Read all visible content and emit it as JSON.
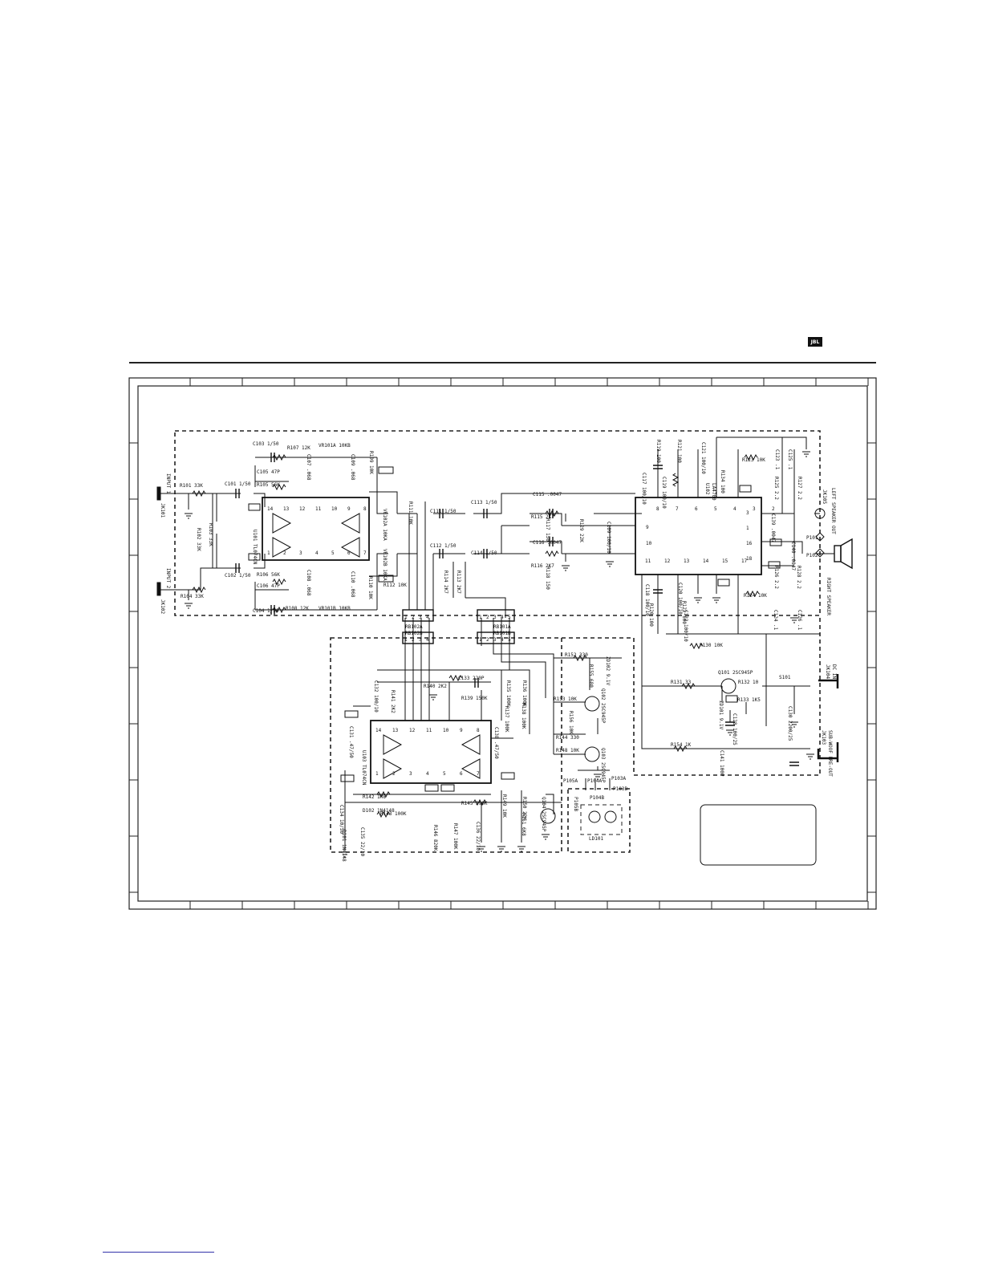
{
  "header": {
    "logo_text": "JBL"
  },
  "inputs": [
    {
      "ref": "JK101",
      "label": "INPUT 1"
    },
    {
      "ref": "JK102",
      "label": "INPUT 2"
    }
  ],
  "outputs": [
    {
      "ref": "JK105",
      "label": "LEFT SPEAKER OUT"
    },
    {
      "ref": "P101/P102",
      "label": "RIGHT SPEAKER"
    },
    {
      "ref": "JK104",
      "label": "DC IN"
    },
    {
      "ref": "JK103",
      "label": "SUB-WOOF PRE-OUT"
    }
  ],
  "ics": [
    {
      "ref": "U101",
      "part": "TL074CN",
      "pins_top": [
        "14",
        "13",
        "12",
        "11",
        "10",
        "9",
        "8"
      ],
      "pins_bottom": [
        "1",
        "2",
        "3",
        "4",
        "5",
        "6",
        "7"
      ]
    },
    {
      "ref": "U102",
      "part": "LA4700",
      "pins_top": [
        "8",
        "7",
        "6",
        "5",
        "4",
        "3",
        "2"
      ],
      "pins_left": [
        "9",
        "10"
      ],
      "pins_right": [
        "3",
        "1",
        "16",
        "18"
      ],
      "pins_bottom": [
        "11",
        "12",
        "13",
        "14",
        "15",
        "17"
      ]
    },
    {
      "ref": "U103",
      "part": "TL074CN",
      "pins_top": [
        "14",
        "13",
        "12",
        "11",
        "10",
        "9",
        "8"
      ],
      "pins_bottom": [
        "1",
        "2",
        "3",
        "4",
        "5",
        "6",
        "7"
      ]
    }
  ],
  "connectors": [
    {
      "ref": "RB102A",
      "pins": [
        "1",
        "2",
        "3",
        "4"
      ]
    },
    {
      "ref": "RB101A",
      "pins": [
        "1",
        "2",
        "3",
        "4",
        "5"
      ]
    },
    {
      "ref": "RB102B",
      "pins": [
        "1",
        "2",
        "3",
        "4"
      ]
    },
    {
      "ref": "RB101B",
      "pins": [
        "1",
        "2",
        "3",
        "4",
        "5"
      ]
    }
  ],
  "labels": {
    "r101": "R101 33K",
    "r102": "R102 33K",
    "r103": "R103 33K",
    "r104": "R104 33K",
    "c101": "C101 1/50",
    "c102": "C102 1/50",
    "c103": "C103 1/50",
    "c104": "C104 1/50",
    "r107": "R107 12K",
    "r108": "R108 12K",
    "vr101a": "VR101A 10KB",
    "vr101b": "VR101B 10KB",
    "c105": "C105 47P",
    "c106": "C106 47P",
    "r105": "R105 56K",
    "r106": "R106 56K",
    "c107": "C107 .068",
    "c108": "C108 .068",
    "c109": "C109 .068",
    "c110": "C110 .068",
    "r109": "R109 10K",
    "r110": "R110 10K",
    "r111": "R111 10K",
    "r112": "R112 10K",
    "vr102a": "VR102A 10KA",
    "vr102b": "VR102B 10KA",
    "c111": "C111 1/50",
    "c112": "C112 1/50",
    "c113": "C113 1/50",
    "c114": "C114 1/50",
    "c115": "C115 .0047",
    "c116": "C116 .0047",
    "r115": "R115 2K7",
    "r116": "R116 2K7",
    "r117": "R117 150",
    "r118": "R118 150",
    "r113": "R113 2K7",
    "r114": "R114 2K7",
    "r129": "R129 22K",
    "c109b": "C109 100/10",
    "c117": "C117 100/10",
    "c119": "C119 100/10",
    "r119": "R119 100",
    "r121": "R121 100",
    "c121": "C121 100/10",
    "r134": "R134 100",
    "r123": "R123 10K",
    "c123": "C123 .1",
    "c125": "C125 .1",
    "r125": "R125 2.2",
    "r127": "R127 2.2",
    "c139": "C139 .0047",
    "c140": "C140 .0047",
    "r126": "R126 2.2",
    "r128": "R128 2.2",
    "c124": "C124 .1",
    "c126": "C126 .1",
    "r124": "R124 10K",
    "c118": "C118 100/10",
    "c120": "C120 100/10",
    "r120": "R120 100",
    "r122": "R122 100",
    "c122": "C122 100/10",
    "r130": "R130 10K",
    "q101": "Q101 2SC945P",
    "r131": "R131 33",
    "r132": "R132 10",
    "r133": "R133 1K5",
    "zd101": "ZD101 9.1V",
    "c128": "C128 100/25",
    "c130": "C130 2200/25",
    "s101": "S101",
    "r154": "R154 1K",
    "c141": "C141 100P",
    "r152": "R152 330",
    "r155": "R155 680",
    "zd102": "ZD102 9.1V",
    "r153": "R153 10K",
    "r156": "R156 10K",
    "q102": "Q102 2SC945P",
    "r144": "R144 330",
    "r148": "R148 10K",
    "q103": "Q103 2SC945P",
    "p105a": "P105A",
    "p104a": "P104A",
    "p103a": "P103A",
    "p105b": "P105B",
    "p104b": "P104B",
    "p103b": "P103B",
    "ld101": "LD101",
    "c132": "C132 100/10",
    "r141": "R141 2K2",
    "r140": "R140 2K2",
    "c133": "C133 220P",
    "r139": "R139 150K",
    "r135": "R135 100K",
    "r136": "R136 100K",
    "r137": "R137 100K",
    "r138": "R138 100K",
    "c131": "C131 .47/50",
    "c138": "C138 .47/50",
    "r142": "R142 1M8",
    "r143": "R143 100K",
    "r145": "R145 390K",
    "r146": "R146 820K",
    "r147": "R147 100K",
    "c136": "C136 22/10",
    "r149": "R149 10K",
    "r150": "R150 22K",
    "r151": "R151 6K8",
    "q104": "Q104 2SC945P",
    "c134": "C134 10/50",
    "c135": "C135 22/10",
    "d101": "D101 1N4148",
    "d102": "D102 1N4148"
  },
  "colors": {
    "ink": "#111111",
    "frame": "#222222",
    "link": "#3333aa"
  }
}
